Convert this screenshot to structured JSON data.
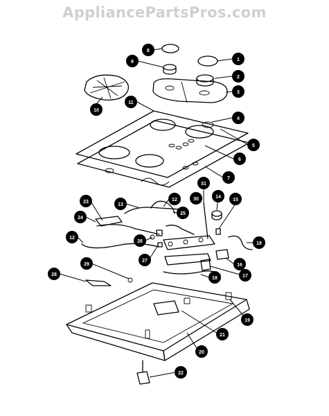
{
  "watermark": "AppliancePartsPros.com",
  "callouts": [
    {
      "n": "1"
    },
    {
      "n": "2"
    },
    {
      "n": "3"
    },
    {
      "n": "4"
    },
    {
      "n": "5"
    },
    {
      "n": "6"
    },
    {
      "n": "7"
    },
    {
      "n": "8"
    },
    {
      "n": "9"
    },
    {
      "n": "10"
    },
    {
      "n": "11"
    },
    {
      "n": "12"
    },
    {
      "n": "12"
    },
    {
      "n": "13"
    },
    {
      "n": "14"
    },
    {
      "n": "15"
    },
    {
      "n": "16"
    },
    {
      "n": "17"
    },
    {
      "n": "18"
    },
    {
      "n": "18"
    },
    {
      "n": "19"
    },
    {
      "n": "20"
    },
    {
      "n": "21"
    },
    {
      "n": "22"
    },
    {
      "n": "23"
    },
    {
      "n": "24"
    },
    {
      "n": "25"
    },
    {
      "n": "26"
    },
    {
      "n": "27"
    },
    {
      "n": "28"
    },
    {
      "n": "29"
    },
    {
      "n": "30"
    },
    {
      "n": "31"
    }
  ]
}
